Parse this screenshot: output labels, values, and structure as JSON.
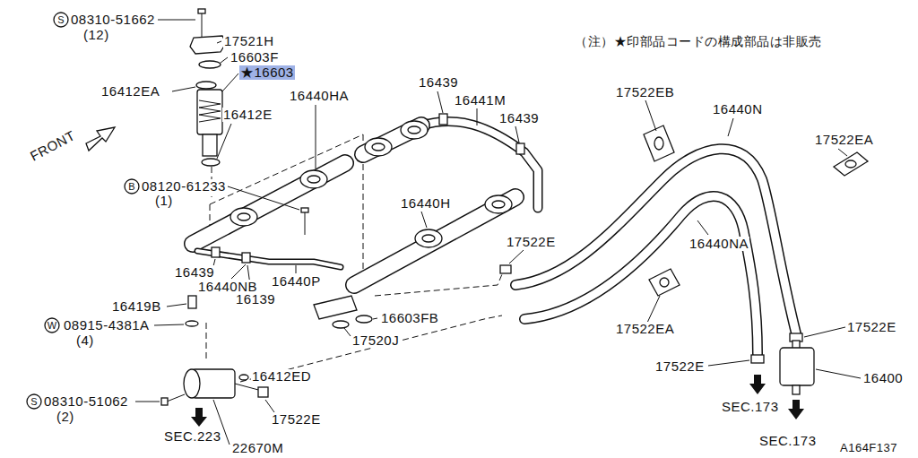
{
  "diagram": {
    "labels": [
      "S",
      "08310-51662",
      "(12)",
      "17521H",
      "16603F",
      "★16603",
      "16412EA",
      "16440HA",
      "16412E",
      "16439",
      "16441M",
      "16439",
      "（注）★印部品コードの構成部品は非販売",
      "17522EB",
      "16440N",
      "17522EA",
      "FRONT",
      "B",
      "08120-61233",
      "(1)",
      "16440H",
      "17522E",
      "16440NA",
      "16439",
      "16440NB",
      "16440P",
      "16139",
      "16419B",
      "W",
      "08915-4381A",
      "(4)",
      "16603FB",
      "17520J",
      "17522EA",
      "17522E",
      "17522E",
      "16400",
      "16412ED",
      "S",
      "08310-51062",
      "(2)",
      "17522E",
      "SEC.223",
      "22670M",
      "SEC.173",
      "SEC.173",
      "A164F137"
    ]
  }
}
